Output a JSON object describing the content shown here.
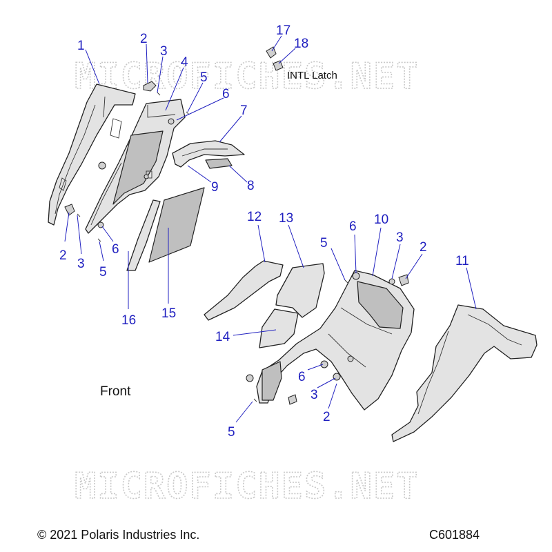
{
  "watermark": "MICROFICHES.NET",
  "copyright": "© 2021 Polaris Industries Inc.",
  "drawing_id": "C601884",
  "front_label": "Front",
  "latch_label": "INTL Latch",
  "callouts": {
    "c1": "1",
    "c2a": "2",
    "c3a": "3",
    "c4": "4",
    "c5a": "5",
    "c6a": "6",
    "c7": "7",
    "c8": "8",
    "c9": "9",
    "c17": "17",
    "c18": "18",
    "c2b": "2",
    "c3b": "3",
    "c5b": "5",
    "c6b": "6",
    "c16": "16",
    "c15": "15",
    "c12": "12",
    "c13": "13",
    "c14": "14",
    "c5c": "5",
    "c6c": "6",
    "c10": "10",
    "c3c": "3",
    "c2c": "2",
    "c11": "11",
    "c6d": "6",
    "c3d": "3",
    "c2d": "2",
    "c5d": "5"
  },
  "parts": [
    {
      "id": "side-panel-front",
      "icon": "side-panel-icon"
    },
    {
      "id": "inner-panel",
      "icon": "inner-panel-icon"
    },
    {
      "id": "vent-duct",
      "icon": "vent-duct-icon"
    },
    {
      "id": "fender",
      "icon": "fender-icon"
    },
    {
      "id": "center-panel",
      "icon": "center-panel-icon"
    },
    {
      "id": "pads",
      "icon": "pad-icon"
    },
    {
      "id": "fasteners",
      "icon": "fastener-icon"
    }
  ]
}
